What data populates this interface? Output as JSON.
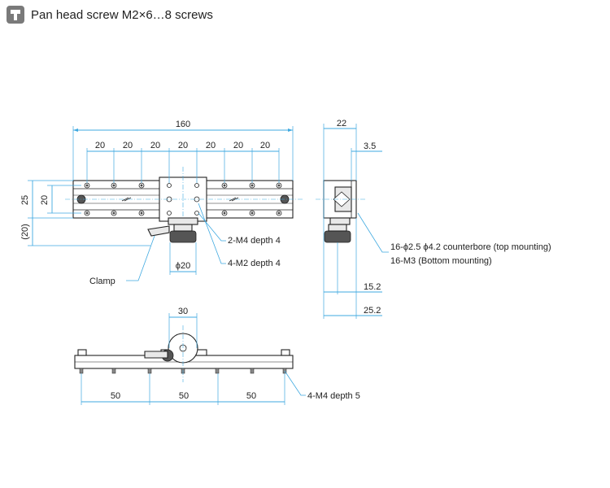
{
  "header": {
    "icon": "screw-icon",
    "title": "Pan head screw M2×6…8 screws"
  },
  "labels": {
    "dim_160": "160",
    "dim_20": "20",
    "dim_25": "25",
    "dim_left_20": "20",
    "dim_paren_20": "(20)",
    "dim_22": "22",
    "dim_3_5": "3.5",
    "dim_15_2": "15.2",
    "dim_25_2": "25.2",
    "dim_phi20": "ϕ20",
    "dim_30": "30",
    "dim_50": "50",
    "note_2m4": "2-M4 depth 4",
    "note_4m2": "4-M2 depth 4",
    "note_clamp": "Clamp",
    "note_16phi": "16-ϕ2.5  ϕ4.2 counterbore (top mounting)",
    "note_16m3": "16-M3 (Bottom mounting)",
    "note_4m4": "4-M4 depth 5"
  },
  "colors": {
    "dimension_line": "#3fa9e0",
    "outline": "#222222",
    "icon_bg": "#7a7a7a"
  }
}
